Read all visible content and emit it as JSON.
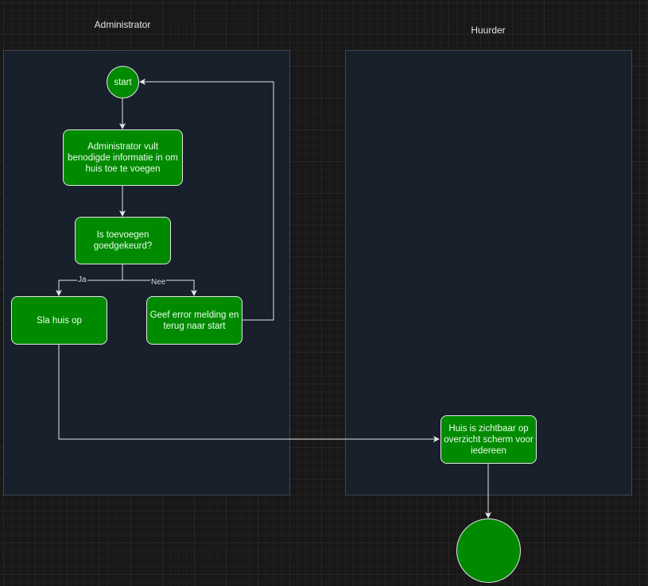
{
  "lanes": {
    "administrator": "Administrator",
    "huurder": "Huurder"
  },
  "nodes": {
    "start": "start",
    "fill_info": "Administrator vult benodigde informatie in om huis toe te voegen",
    "decision": "Is toevoegen goedgekeurd?",
    "save": "Sla huis op",
    "error": "Geef error melding en terug naar start",
    "visible": "Huis is zichtbaar op overzicht scherm voor iedereen"
  },
  "edges": {
    "yes_label": "Ja",
    "no_label": "Nee"
  },
  "colors": {
    "node_fill": "#008a00",
    "node_stroke": "#e6e6e6",
    "edge": "#e6e6e6",
    "lane_fill": "#18202c",
    "lane_stroke": "#3d4652"
  }
}
